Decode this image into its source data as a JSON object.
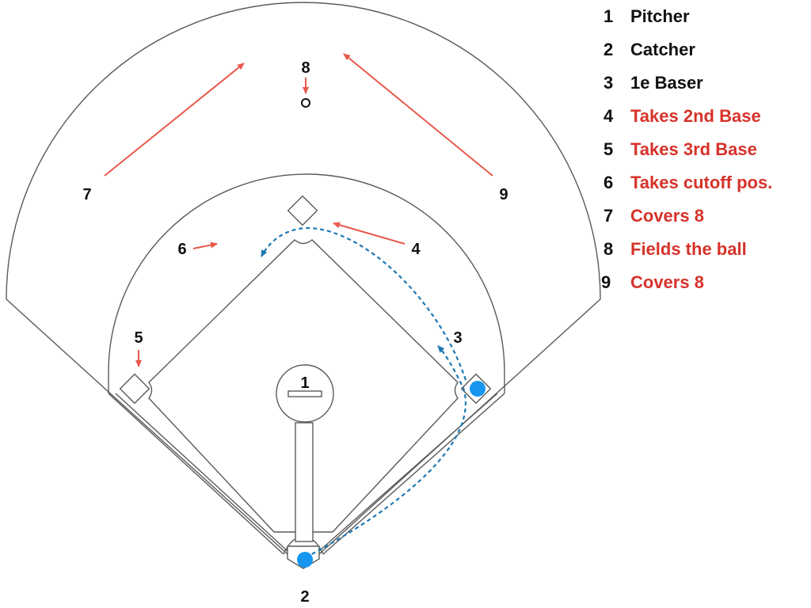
{
  "colors": {
    "line": "#5a5a5a",
    "arrow": "#e8584a",
    "path": "#1e78b4",
    "player": "#1796f0",
    "text": "#111111",
    "highlight": "#d6322a"
  },
  "positions": [
    {
      "num": "1"
    },
    {
      "num": "2"
    },
    {
      "num": "3"
    },
    {
      "num": "4"
    },
    {
      "num": "5"
    },
    {
      "num": "6"
    },
    {
      "num": "7"
    },
    {
      "num": "8"
    },
    {
      "num": "9"
    }
  ],
  "legend": [
    {
      "num": "1",
      "label": "Pitcher",
      "highlight": false
    },
    {
      "num": "2",
      "label": "Catcher",
      "highlight": false
    },
    {
      "num": "3",
      "label": "1e Baser",
      "highlight": false
    },
    {
      "num": "4",
      "label": "Takes 2nd Base",
      "highlight": true
    },
    {
      "num": "5",
      "label": "Takes 3rd Base",
      "highlight": true
    },
    {
      "num": "6",
      "label": "Takes cutoff pos.",
      "highlight": true
    },
    {
      "num": "7",
      "label": "Covers 8",
      "highlight": true
    },
    {
      "num": "8",
      "label": "Fields the ball",
      "highlight": true
    },
    {
      "num": "9",
      "label": "Covers 8",
      "highlight": true
    }
  ]
}
